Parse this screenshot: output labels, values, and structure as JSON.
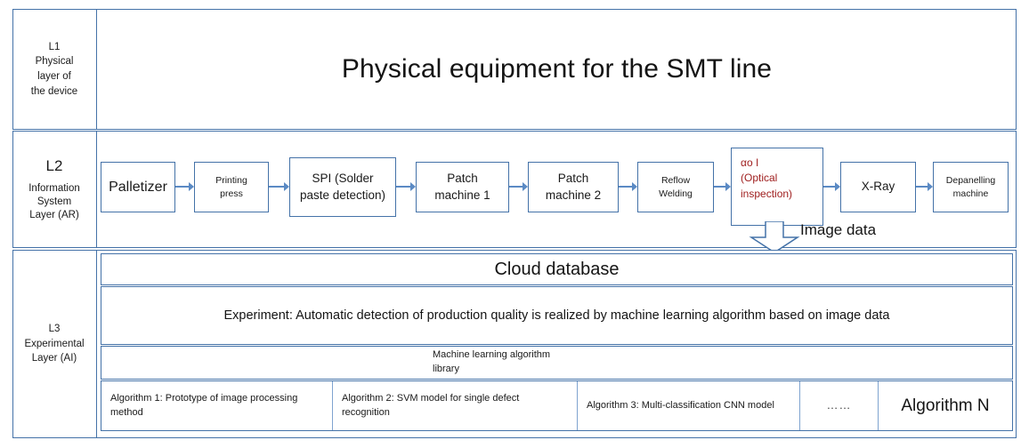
{
  "diagram": {
    "title_l1": "Physical equipment for the SMT line",
    "image_data_label": "Image data"
  },
  "layers": [
    {
      "id": "L1",
      "code": "L1",
      "name_lines": [
        "Physical",
        "layer of",
        "the device"
      ],
      "code_style": "small"
    },
    {
      "id": "L2",
      "code": "L2",
      "name_lines": [
        "Information",
        " System",
        "Layer (AR)"
      ],
      "code_style": "big"
    },
    {
      "id": "L3",
      "code": "L3",
      "name_lines": [
        "Experimental",
        " Layer (AI)"
      ],
      "code_style": "small"
    }
  ],
  "process_boxes": [
    {
      "label": "Palletizer",
      "size": "lg",
      "accent": "#4472a8"
    },
    {
      "label": "Printing\npress",
      "size": "sm",
      "accent": "#4472a8"
    },
    {
      "label": "SPI (Solder\npaste detection)",
      "size": "md",
      "accent": "#4472a8"
    },
    {
      "label": "Patch\nmachine 1",
      "size": "md",
      "accent": "#4472a8"
    },
    {
      "label": "Patch\nmachine 2",
      "size": "md",
      "accent": "#4472a8"
    },
    {
      "label": "Reflow\nWelding",
      "size": "sm",
      "accent": "#4472a8"
    },
    {
      "label": "αo I\n(Optical\ninspection)",
      "size": "aoi",
      "accent": "#a02020"
    },
    {
      "label": "X-Ray",
      "size": "md",
      "accent": "#4472a8"
    },
    {
      "label": "Depanelling\nmachine",
      "size": "sm",
      "accent": "#4472a8"
    }
  ],
  "l3": {
    "cloud_database": "Cloud database",
    "experiment": "Experiment: Automatic detection of production quality is realized by machine learning algorithm based on image data",
    "ml_library": "Machine learning algorithm\nlibrary",
    "algorithms": [
      {
        "label": "Algorithm 1: Prototype of image processing method",
        "style": "small"
      },
      {
        "label": "Algorithm 2: SVM model for single defect recognition",
        "style": "small"
      },
      {
        "label": "Algorithm 3: Multi-classification CNN model",
        "style": "small"
      },
      {
        "label": "……",
        "style": "dots"
      },
      {
        "label": "Algorithm N",
        "style": "big"
      }
    ]
  },
  "colors": {
    "border_blue": "#4472a8",
    "arrow_blue": "#5b8ac4",
    "aoi_red": "#a02020",
    "text_black": "#141414",
    "background": "#ffffff"
  }
}
